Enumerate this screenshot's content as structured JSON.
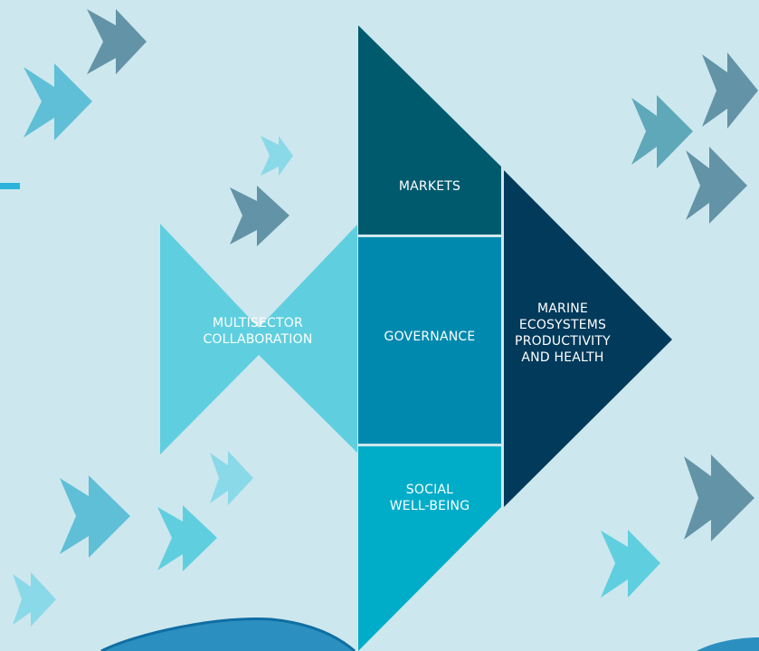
{
  "diagram": {
    "collaboration_label": "MULTISECTOR\nCOLLABORATION",
    "markets_label": "MARKETS",
    "governance_label": "GOVERNANCE",
    "social_label": "SOCIAL\nWELL-BEING",
    "outcome_label": "MARINE\nECOSYSTEMS\nPRODUCTIVITY\nAND HEALTH"
  },
  "colors": {
    "background": "#cde7ee",
    "collaboration_fill": "#5fcfdf",
    "markets_fill": "#005a6e",
    "governance_fill": "#0089ae",
    "social_fill": "#00adc9",
    "outcome_fill": "#013a5b",
    "fish_light": "#8ad9e8",
    "fish_mid": "#5fbfd6",
    "fish_dark": "#6393a6",
    "accent_dash": "#2ab3dc"
  }
}
